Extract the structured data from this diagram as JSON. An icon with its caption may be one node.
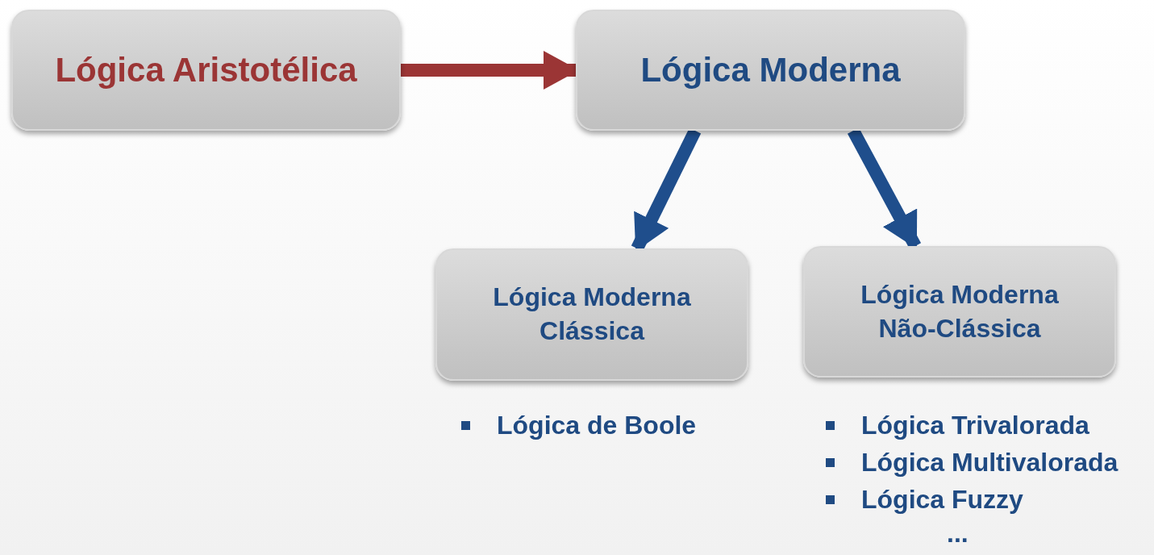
{
  "diagram": {
    "nodes": [
      {
        "text": [
          "Lógica Aristotélica"
        ]
      },
      {
        "text": [
          "Lógica Moderna"
        ]
      },
      {
        "text": [
          "Lógica Moderna Clássica"
        ],
        "beside": [
          "Lógica de Boole"
        ]
      },
      {
        "text": [
          "Lógica Moderna Não-Clássica"
        ],
        "beside": [
          "Lógica Trivalorada",
          "Lógica Multivalorada",
          "Lógica Fuzzy",
          "..."
        ]
      }
    ],
    "edges": [
      {
        "from": 0,
        "to": 1,
        "arrow": "to",
        "color": "#9b3535"
      },
      {
        "from": 1,
        "to": 2,
        "arrow": "to"
      },
      {
        "from": 1,
        "to": 3,
        "arrow": "to"
      }
    ]
  }
}
